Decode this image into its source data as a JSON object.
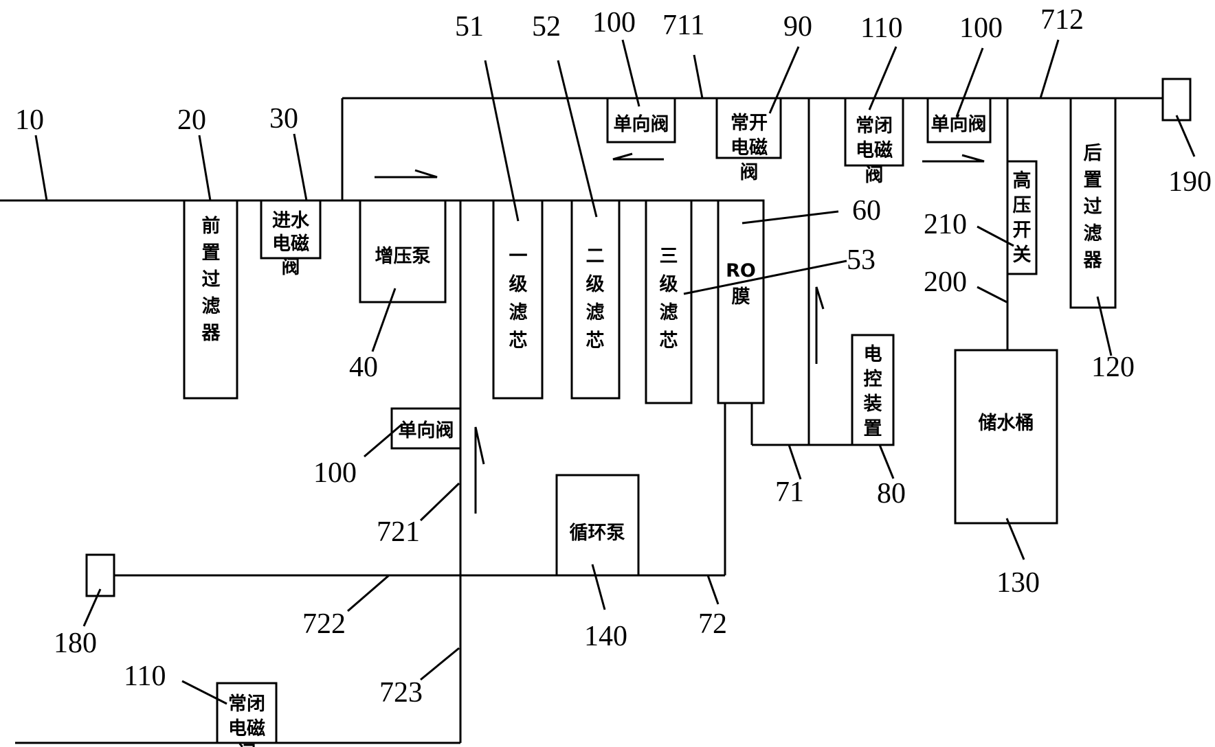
{
  "components": {
    "pre_filter": "前置过滤器",
    "inlet_valve": "进水电磁阀",
    "booster_pump": "增压泵",
    "filter_1": "一级滤芯",
    "filter_2": "二级滤芯",
    "filter_3": "三级滤芯",
    "ro_membrane": "RO膜",
    "check_valve": "单向阀",
    "no_valve": "常开电磁阀",
    "nc_valve": "常闭电磁阀",
    "hp_switch": "高压开关",
    "post_filter": "后置过滤器",
    "controller": "电控装置",
    "tank": "储水桶",
    "circ_pump": "循环泵"
  },
  "refs": {
    "n10": "10",
    "n20": "20",
    "n30": "30",
    "n40": "40",
    "n51": "51",
    "n52": "52",
    "n53": "53",
    "n60": "60",
    "n71": "71",
    "n72": "72",
    "n711": "711",
    "n712": "712",
    "n721": "721",
    "n722": "722",
    "n723": "723",
    "n80": "80",
    "n90": "90",
    "n100": "100",
    "n110": "110",
    "n120": "120",
    "n130": "130",
    "n140": "140",
    "n180": "180",
    "n190": "190",
    "n200": "200",
    "n210": "210"
  }
}
